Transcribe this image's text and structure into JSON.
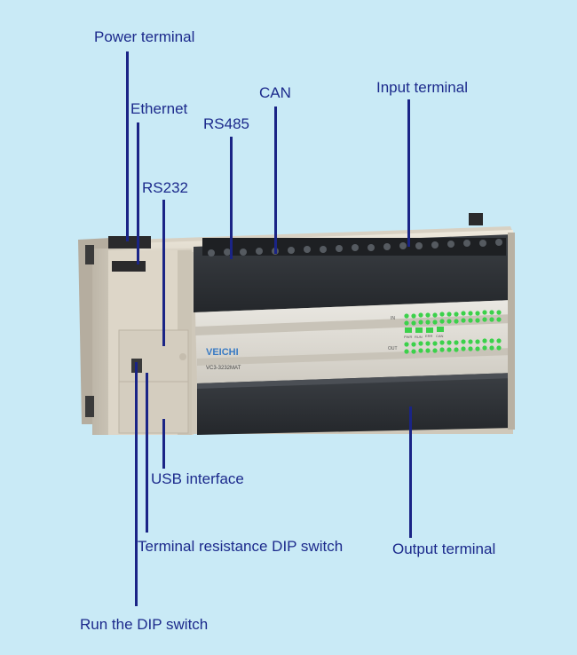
{
  "device": {
    "brand": "VEICHI",
    "model": "VC3-3232MAT",
    "in_label": "IN",
    "out_label": "OUT",
    "led_labels": [
      "PWR",
      "RUN",
      "ERR",
      "CAN"
    ]
  },
  "callouts": {
    "power_terminal": "Power terminal",
    "ethernet": "Ethernet",
    "rs232": "RS232",
    "rs485": "RS485",
    "can": "CAN",
    "input_terminal": "Input terminal",
    "usb_interface": "USB interface",
    "terminal_resistance_dip": "Terminal resistance DIP switch",
    "output_terminal": "Output terminal",
    "run_dip": "Run the DIP switch"
  }
}
